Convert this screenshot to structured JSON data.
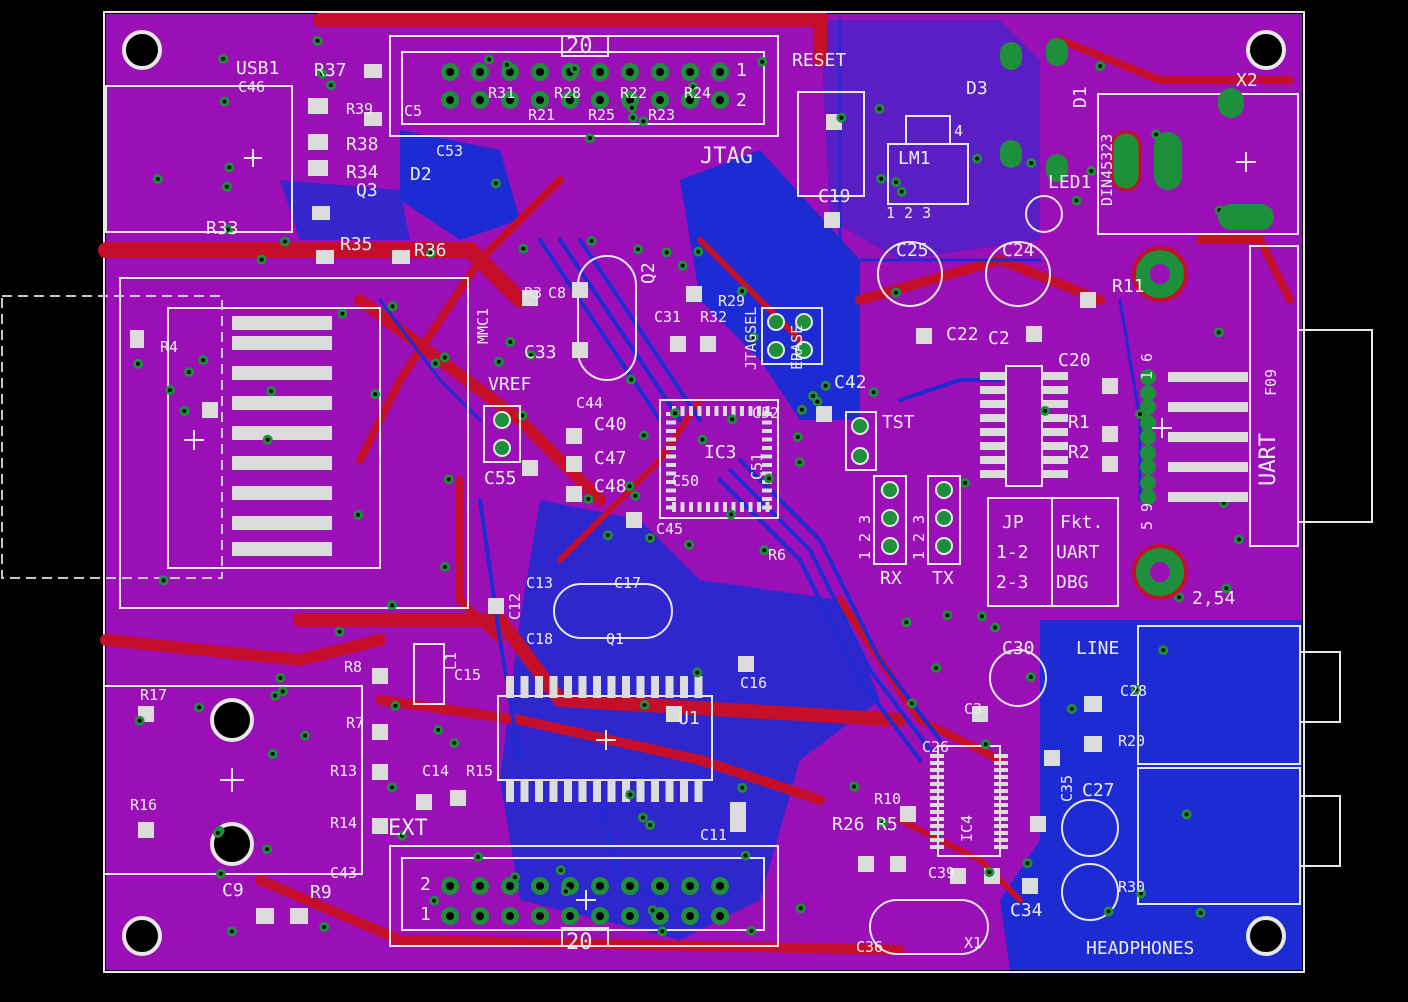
{
  "colors": {
    "board": "#9a10b6",
    "copper_top": "#c40e2a",
    "copper_bottom": "#1c2cd2",
    "silk": "#e8e8e8",
    "pad": "#dcdcdc",
    "via": "#1e8f3a",
    "background": "#000000"
  },
  "headers": {
    "jtag_pin_count": "20",
    "jtag_pin1": "1",
    "jtag_pin2": "2",
    "ext_pin_count": "20",
    "ext_pin1": "1",
    "ext_pin2": "2"
  },
  "labels": {
    "usb": "USB1",
    "r37": "R37",
    "r38": "R38",
    "r34": "R34",
    "q3": "Q3",
    "d2": "D2",
    "c46": "C46",
    "c53": "C53",
    "r33": "R33",
    "r35": "R35",
    "r36": "R36",
    "r39": "R39",
    "c5": "C5",
    "r31": "R31",
    "r28": "R28",
    "r22": "R22",
    "r24": "R24",
    "r21": "R21",
    "r25": "R25",
    "r23": "R23",
    "jtag": "JTAG",
    "reset": "RESET",
    "lm1": "LM1",
    "lm_pins": "1  2  3",
    "lm_tab": "4",
    "d3": "D3",
    "d1": "D1",
    "x2": "X2",
    "din": "DIN45323",
    "led1": "LED1",
    "c19": "C19",
    "c25": "C25",
    "c24": "C24",
    "r11": "R11",
    "c22": "C22",
    "c2": "C2",
    "c20": "C20",
    "r1": "R1",
    "r2": "R2",
    "uart": "UART",
    "f09": "F09",
    "mmc1": "MMC1",
    "r3": "R3",
    "c8": "C8",
    "q2": "Q2",
    "c33": "C33",
    "r32": "R32",
    "c31": "C31",
    "r29": "R29",
    "jtagsel": "JTAGSEL",
    "erase": "ERASE",
    "c42": "C42",
    "vref": "VREF",
    "c44": "C44",
    "c40": "C40",
    "c47": "C47",
    "c48": "C48",
    "c55": "C55",
    "c52": "C52",
    "tst": "TST",
    "ic3": "IC3",
    "c51": "C51",
    "c50": "C50",
    "c45": "C45",
    "r4": "R4",
    "rx": "RX",
    "tx": "TX",
    "jp_pins": "1  2  3",
    "jp": "JP",
    "fkt": "Fkt.",
    "row1_jp": "1-2",
    "row1_fkt": "UART",
    "row2_jp": "2-3",
    "row2_fkt": "DBG",
    "pitch": "2,54",
    "r6": "R6",
    "c12": "C12",
    "c13": "C13",
    "c17": "C17",
    "c18": "C18",
    "q1": "Q1",
    "l1": "L1",
    "r8": "R8",
    "r17": "R17",
    "r7": "R7",
    "r13": "R13",
    "r16": "R16",
    "r14": "R14",
    "r15": "R15",
    "c14": "C14",
    "c15": "C15",
    "u1": "U1",
    "c16": "C16",
    "c11": "C11",
    "ext": "EXT",
    "c9": "C9",
    "r9": "R9",
    "c43": "C43",
    "c30": "C30",
    "line": "LINE",
    "c28": "C28",
    "r20": "R20",
    "c3": "C3",
    "ic4": "IC4",
    "c35": "C35",
    "c27": "C27",
    "r10": "R10",
    "r26": "R26",
    "r5": "R5",
    "c26": "C26",
    "c39": "C39",
    "c34": "C34",
    "x1": "X1",
    "c36": "C36",
    "r30": "R30",
    "headphones": "HEADPHONES",
    "jp_col_rows": "1 2 3",
    "uart_pins_top": "1  6",
    "uart_pins_bot": "5  9"
  }
}
